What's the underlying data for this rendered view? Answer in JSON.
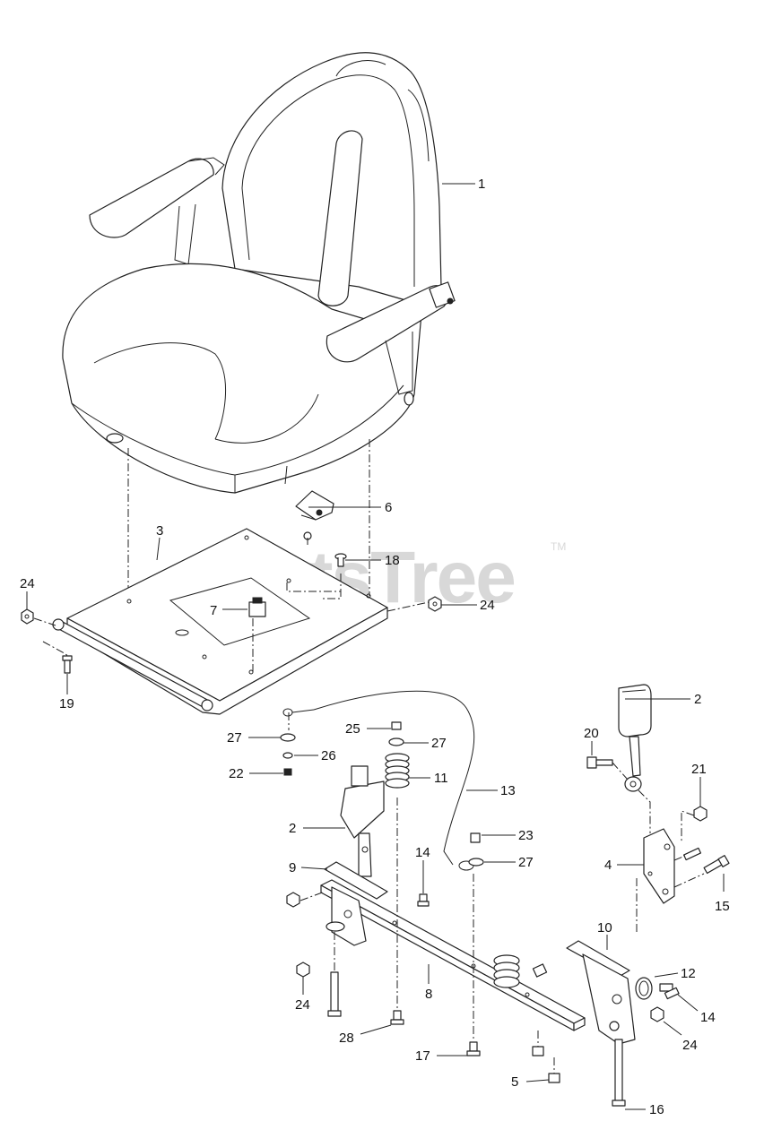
{
  "watermark": {
    "text": "PartsTree",
    "trademark": "TM"
  },
  "callouts": [
    {
      "id": "c1",
      "label": "1"
    },
    {
      "id": "c2a",
      "label": "2"
    },
    {
      "id": "c2b",
      "label": "2"
    },
    {
      "id": "c3",
      "label": "3"
    },
    {
      "id": "c4",
      "label": "4"
    },
    {
      "id": "c5",
      "label": "5"
    },
    {
      "id": "c6",
      "label": "6"
    },
    {
      "id": "c7",
      "label": "7"
    },
    {
      "id": "c8",
      "label": "8"
    },
    {
      "id": "c9",
      "label": "9"
    },
    {
      "id": "c10",
      "label": "10"
    },
    {
      "id": "c11",
      "label": "11"
    },
    {
      "id": "c12",
      "label": "12"
    },
    {
      "id": "c13",
      "label": "13"
    },
    {
      "id": "c14a",
      "label": "14"
    },
    {
      "id": "c14b",
      "label": "14"
    },
    {
      "id": "c15",
      "label": "15"
    },
    {
      "id": "c16",
      "label": "16"
    },
    {
      "id": "c17",
      "label": "17"
    },
    {
      "id": "c18",
      "label": "18"
    },
    {
      "id": "c19",
      "label": "19"
    },
    {
      "id": "c20",
      "label": "20"
    },
    {
      "id": "c21",
      "label": "21"
    },
    {
      "id": "c22",
      "label": "22"
    },
    {
      "id": "c23",
      "label": "23"
    },
    {
      "id": "c24a",
      "label": "24"
    },
    {
      "id": "c24b",
      "label": "24"
    },
    {
      "id": "c24c",
      "label": "24"
    },
    {
      "id": "c24d",
      "label": "24"
    },
    {
      "id": "c25",
      "label": "25"
    },
    {
      "id": "c26",
      "label": "26"
    },
    {
      "id": "c27a",
      "label": "27"
    },
    {
      "id": "c27b",
      "label": "27"
    },
    {
      "id": "c27c",
      "label": "27"
    },
    {
      "id": "c28",
      "label": "28"
    }
  ]
}
